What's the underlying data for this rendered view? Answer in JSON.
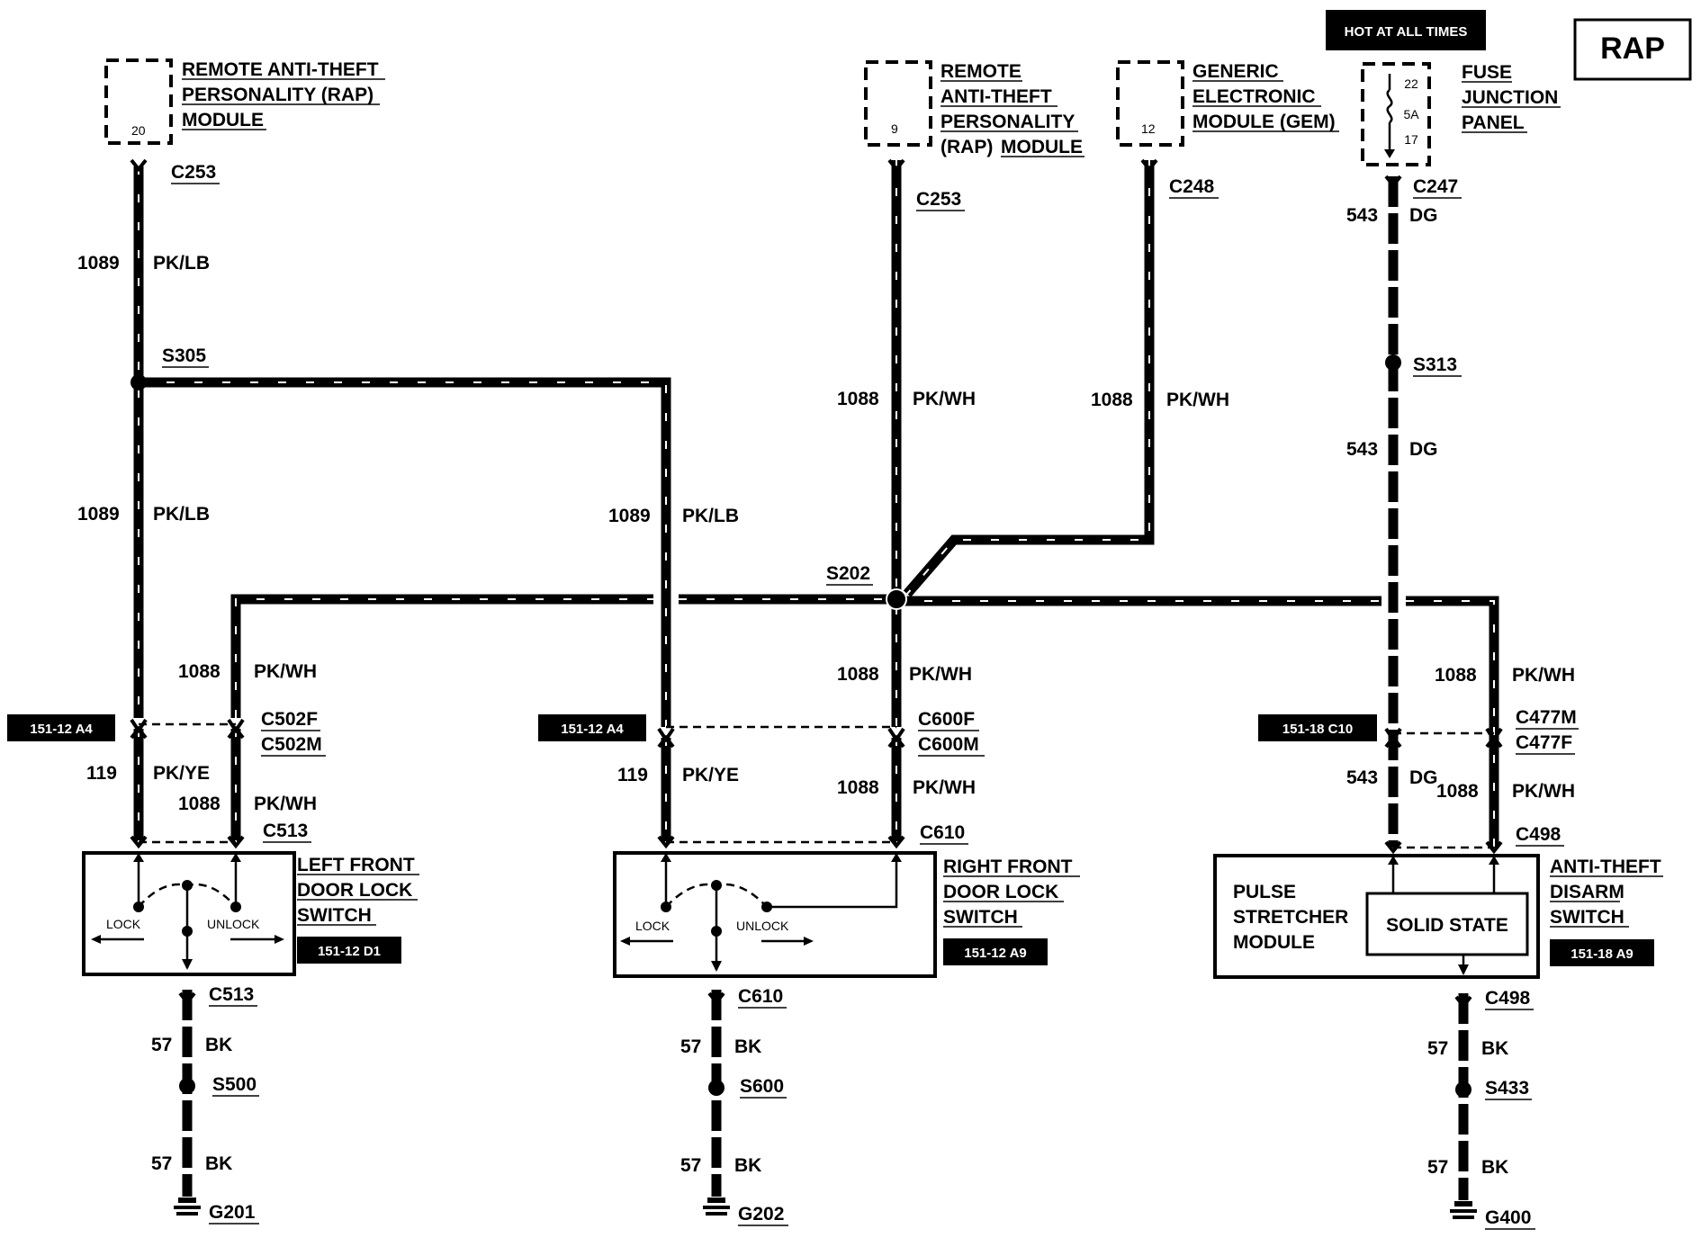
{
  "badge": {
    "hot_at_all_times": "HOT AT ALL TIMES",
    "title": "RAP"
  },
  "modules": {
    "rap_left": {
      "line1": "REMOTE ANTI-THEFT",
      "line2": "PERSONALITY (RAP)",
      "line3": "MODULE",
      "pin": "20"
    },
    "rap_center": {
      "line1": "REMOTE",
      "line2": "ANTI-THEFT",
      "line3": "PERSONALITY",
      "line4a": "(RAP)",
      "line4b": "MODULE",
      "pin": "9"
    },
    "gem": {
      "line1": "GENERIC",
      "line2": "ELECTRONIC",
      "line3": "MODULE (GEM)",
      "pin": "12"
    },
    "fuse": {
      "line1": "FUSE",
      "line2": "JUNCTION",
      "line3": "PANEL",
      "pin_top": "22",
      "rating": "5A",
      "pin_bottom": "17"
    }
  },
  "connectors": {
    "c253_left": "C253",
    "c253_center": "C253",
    "c248": "C248",
    "c247": "C247",
    "c502f": "C502F",
    "c502m": "C502M",
    "c513_top": "C513",
    "c513_bottom": "C513",
    "c600f": "C600F",
    "c600m": "C600M",
    "c610_top": "C610",
    "c610_bottom": "C610",
    "c477m": "C477M",
    "c477f": "C477F",
    "c498_top": "C498",
    "c498_bottom": "C498"
  },
  "splices": {
    "s305": "S305",
    "s202": "S202",
    "s313": "S313",
    "s500": "S500",
    "s600": "S600",
    "s433": "S433"
  },
  "grounds": {
    "g201": "G201",
    "g202": "G202",
    "g400": "G400"
  },
  "wires": {
    "w1089_top": {
      "circuit": "1089",
      "color": "PK/LB"
    },
    "w1089_left_mid": {
      "circuit": "1089",
      "color": "PK/LB"
    },
    "w1089_center": {
      "circuit": "1089",
      "color": "PK/LB"
    },
    "w1088_rap9": {
      "circuit": "1088",
      "color": "PK/WH"
    },
    "w1088_gem": {
      "circuit": "1088",
      "color": "PK/WH"
    },
    "w543_top": {
      "circuit": "543",
      "color": "DG"
    },
    "w543_mid": {
      "circuit": "543",
      "color": "DG"
    },
    "w543_low": {
      "circuit": "543",
      "color": "DG"
    },
    "w1088_left_upper": {
      "circuit": "1088",
      "color": "PK/WH"
    },
    "w1088_left_lower": {
      "circuit": "1088",
      "color": "PK/WH"
    },
    "w119_left": {
      "circuit": "119",
      "color": "PK/YE"
    },
    "w119_center": {
      "circuit": "119",
      "color": "PK/YE"
    },
    "w1088_center_upper": {
      "circuit": "1088",
      "color": "PK/WH"
    },
    "w1088_center_lower": {
      "circuit": "1088",
      "color": "PK/WH"
    },
    "w1088_right_upper": {
      "circuit": "1088",
      "color": "PK/WH"
    },
    "w1088_right_lower": {
      "circuit": "1088",
      "color": "PK/WH"
    },
    "w57": {
      "circuit": "57",
      "color": "BK"
    }
  },
  "refs": {
    "r_left_conn": "151-12 A4",
    "r_center_conn": "151-12 A4",
    "r_right_conn": "151-18 C10",
    "r_left_switch": "151-12 D1",
    "r_right_switch": "151-12 A9",
    "r_disarm": "151-18 A9"
  },
  "components": {
    "left_switch": {
      "line1": "LEFT FRONT",
      "line2": "DOOR LOCK",
      "line3": "SWITCH",
      "lock": "LOCK",
      "unlock": "UNLOCK"
    },
    "right_switch": {
      "line1": "RIGHT FRONT",
      "line2": "DOOR LOCK",
      "line3": "SWITCH",
      "lock": "LOCK",
      "unlock": "UNLOCK"
    },
    "disarm": {
      "line1": "ANTI-THEFT",
      "line2": "DISARM",
      "line3": "SWITCH",
      "pulse1": "PULSE",
      "pulse2": "STRETCHER",
      "pulse3": "MODULE",
      "solid_state": "SOLID STATE"
    }
  }
}
